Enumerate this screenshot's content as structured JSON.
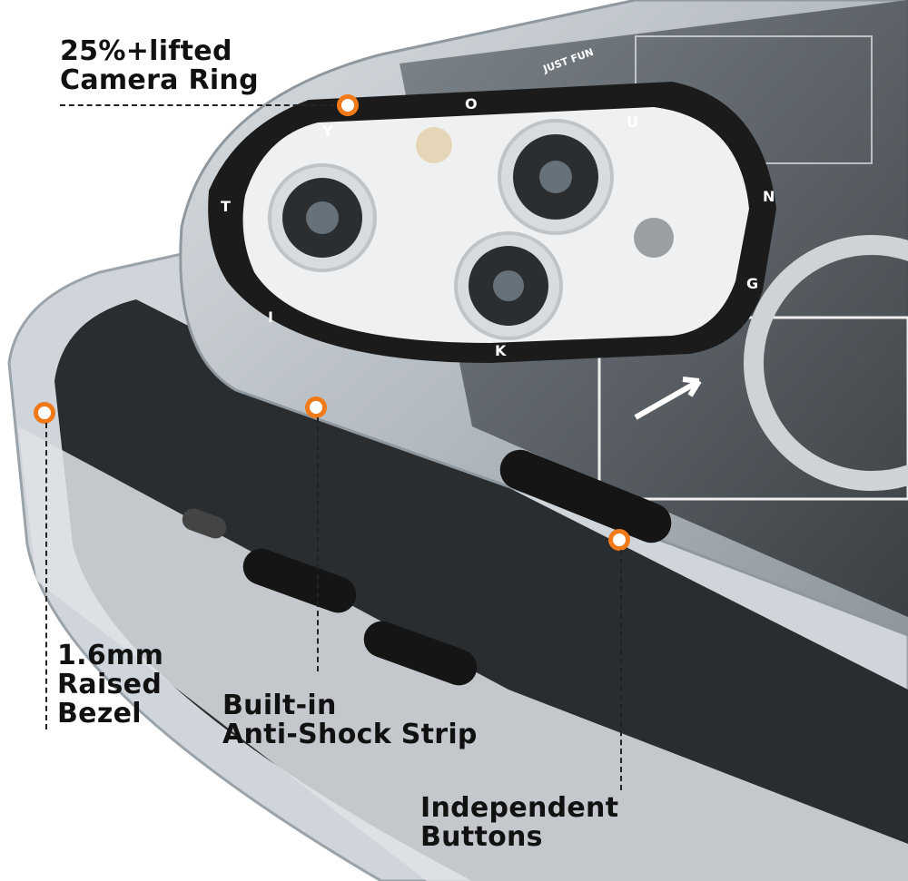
{
  "callouts": {
    "camera_ring": "25%+lifted\nCamera Ring",
    "camera_ring_line1": "25%+lifted",
    "camera_ring_line2": "Camera Ring",
    "bezel_line1": "1.6mm",
    "bezel_line2": "Raised",
    "bezel_line3": "Bezel",
    "strip_line1": "Built-in",
    "strip_line2": "Anti-Shock Strip",
    "buttons_line1": "Independent",
    "buttons_line2": "Buttons"
  },
  "ring_letters": [
    "T",
    "Y",
    "O",
    "U",
    "N",
    "G",
    "K",
    "I"
  ],
  "case_logo": "JUST FUN",
  "colors": {
    "accent": "#f07a1a",
    "ring": "#1a1a1a",
    "case": "#b9c0c6"
  }
}
